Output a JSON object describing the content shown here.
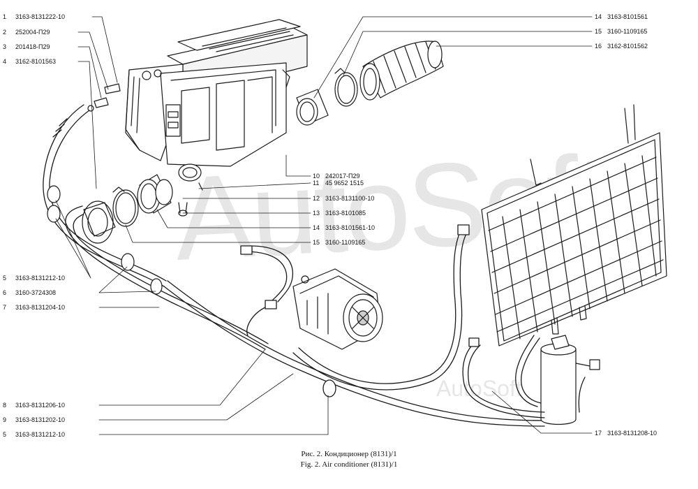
{
  "watermark": {
    "large": "AutoSoft",
    "small": "AutoSoft"
  },
  "callouts": [
    {
      "n": "1",
      "code": "3163-8131222-10"
    },
    {
      "n": "2",
      "code": "252004-П29"
    },
    {
      "n": "3",
      "code": "201418-П29"
    },
    {
      "n": "4",
      "code": "3162-8101563"
    },
    {
      "n": "5",
      "code": "3163-8131212-10"
    },
    {
      "n": "6",
      "code": "3160-3724308"
    },
    {
      "n": "7",
      "code": "3163-8131204-10"
    },
    {
      "n": "8",
      "code": "3163-8131206-10"
    },
    {
      "n": "9",
      "code": "3163-8131202-10"
    },
    {
      "n": "5",
      "code": "3163-8131212-10"
    },
    {
      "n": "14",
      "code": "3163-8101561"
    },
    {
      "n": "15",
      "code": "3160-1109165"
    },
    {
      "n": "16",
      "code": "3162-8101562"
    },
    {
      "n": "10",
      "code": "242017-П29"
    },
    {
      "n": "11",
      "code": "45 9652 1515"
    },
    {
      "n": "12",
      "code": "3163-8131100-10"
    },
    {
      "n": "13",
      "code": "3163-8101085"
    },
    {
      "n": "14",
      "code": "3163-8101561-10"
    },
    {
      "n": "15",
      "code": "3160-1109165"
    },
    {
      "n": "17",
      "code": "3163-8131208-10"
    }
  ],
  "caption": {
    "ru": "Рис. 2. Кондиционер (8131)/1",
    "en": "Fig. 2. Air conditioner (8131)/1"
  },
  "colors": {
    "line": "#1a1a1a",
    "shade": "#cfcfcf",
    "watermark": "#e6e6e6"
  }
}
